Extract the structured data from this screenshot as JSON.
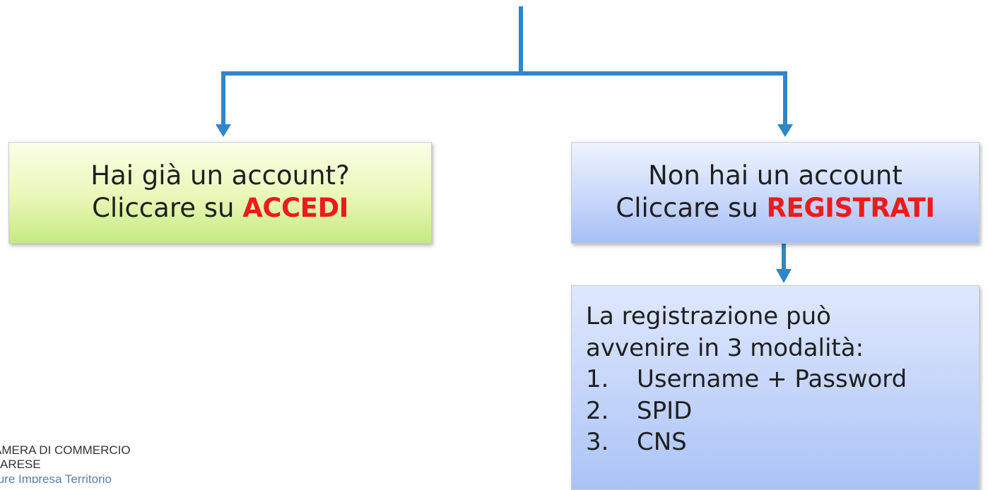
{
  "accent_color": "#2f86c8",
  "emphasis_color": "#ea1c1c",
  "left_box": {
    "line1": "Hai già un account?",
    "line2_prefix": "Cliccare su ",
    "line2_action": "ACCEDI"
  },
  "right_box": {
    "line1": "Non hai un account",
    "line2_prefix": "Cliccare su ",
    "line2_action": "REGISTRATI"
  },
  "steps_box": {
    "intro_line1": "La registrazione può",
    "intro_line2": "avvenire in 3 modalità:",
    "items": [
      {
        "num": "1.",
        "label": "Username + Password"
      },
      {
        "num": "2.",
        "label": "SPID"
      },
      {
        "num": "3.",
        "label": "CNS"
      }
    ]
  },
  "logo": {
    "line1": "AMERA DI COMMERCIO",
    "line2": "ARESE",
    "line3": "ture Impresa Territorio"
  }
}
